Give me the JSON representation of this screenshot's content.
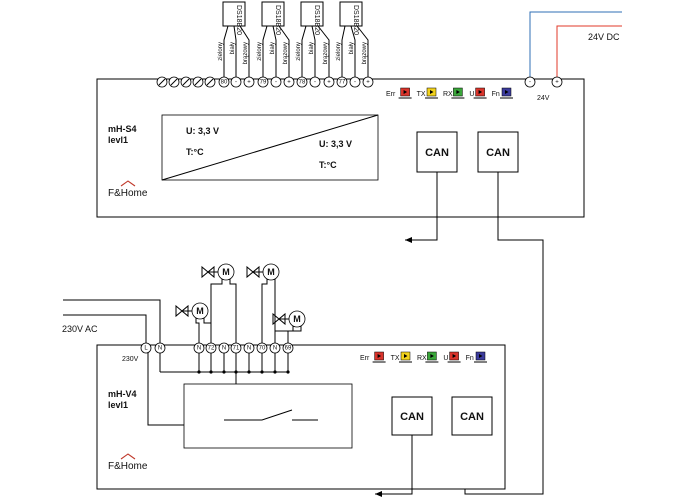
{
  "supply": {
    "dc_label": "24V DC",
    "module_voltage": "24V",
    "dc_minus": "-",
    "dc_plus": "+"
  },
  "mains": {
    "ac_label": "230V AC",
    "module_voltage": "230V"
  },
  "module_s4": {
    "name": "mH-S4",
    "sub": "levl1",
    "brand": "F&Home",
    "readings": [
      {
        "u": "U: 3,3 V",
        "t": "T:°C"
      },
      {
        "u": "U: 3,3 V",
        "t": "T:°C"
      }
    ],
    "terminals": [
      "",
      "",
      "",
      "",
      "",
      "",
      "",
      "80",
      "-",
      "+",
      "79",
      "-",
      "+",
      "78",
      "-",
      "+",
      "77",
      "-",
      "+"
    ],
    "sensors": [
      {
        "name": "DS18B20",
        "wires": [
          "zielony",
          "biały",
          "brązowy"
        ]
      },
      {
        "name": "DS18B20",
        "wires": [
          "zielony",
          "biały",
          "brązowy"
        ]
      },
      {
        "name": "DS18B20",
        "wires": [
          "zielony",
          "biały",
          "brązowy"
        ]
      },
      {
        "name": "DS18B20",
        "wires": [
          "zielony",
          "biały",
          "brązowy"
        ]
      }
    ],
    "leds": [
      "Err",
      "TX",
      "RX",
      "U",
      "Fn"
    ],
    "can": [
      "CAN",
      "CAN"
    ]
  },
  "module_v4": {
    "name": "mH-V4",
    "sub": "levl1",
    "brand": "F&Home",
    "terminals": [
      "L",
      "N",
      "N",
      "72",
      "N",
      "71",
      "N",
      "70",
      "N",
      "69"
    ],
    "valves": [
      "M",
      "M",
      "M",
      "M"
    ],
    "leds": [
      "Err",
      "TX",
      "RX",
      "U",
      "Fn"
    ],
    "can": [
      "CAN",
      "CAN"
    ]
  },
  "colors": {
    "err": "#d9342b",
    "tx": "#f2d21c",
    "rx": "#3aa63a",
    "u": "#d9342b",
    "fn": "#3b3b9c",
    "wire_red": "#e23a2a",
    "wire_blue": "#2f6fb6"
  }
}
